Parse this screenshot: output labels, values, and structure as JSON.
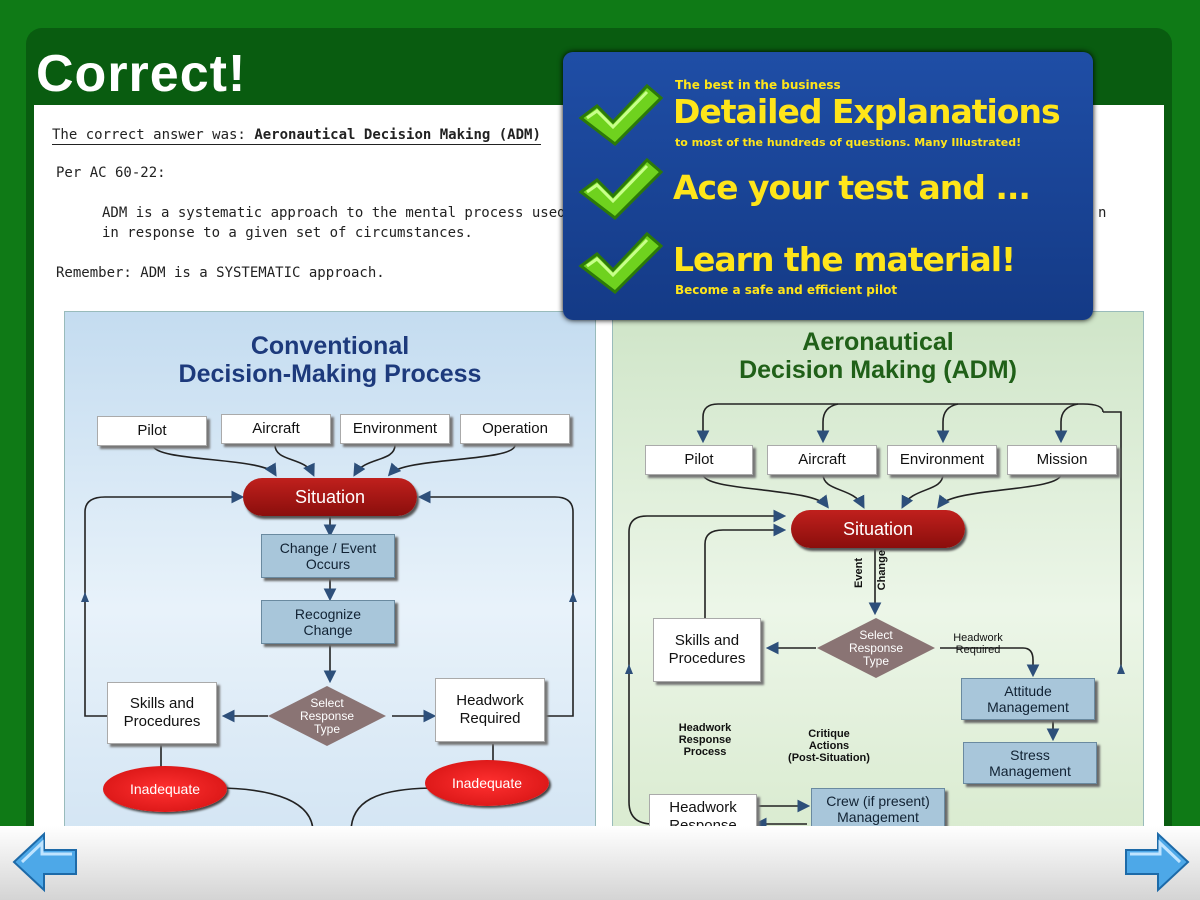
{
  "header": {
    "title": "Correct!"
  },
  "explanation": {
    "answer_prefix": "The correct answer was:",
    "answer": "Aeronautical Decision Making (ADM)",
    "source": "Per AC 60-22:",
    "definition_line1": "ADM is a systematic approach to the mental process used",
    "definition_line1_tail": "n",
    "definition_line2": "in response to a given set of circumstances.",
    "remember": "Remember: ADM is a SYSTEMATIC approach."
  },
  "conventional": {
    "title_line1": "Conventional",
    "title_line2": "Decision-Making Process",
    "inputs": [
      "Pilot",
      "Aircraft",
      "Environment",
      "Operation"
    ],
    "situation": "Situation",
    "change_event_l1": "Change / Event",
    "change_event_l2": "Occurs",
    "recognize_l1": "Recognize",
    "recognize_l2": "Change",
    "skills_l1": "Skills and",
    "skills_l2": "Procedures",
    "select_l1": "Select",
    "select_l2": "Response",
    "select_l3": "Type",
    "headwork_l1": "Headwork",
    "headwork_l2": "Required",
    "inadequate_left": "Inadequate",
    "inadequate_right": "Inadequate"
  },
  "adm": {
    "title_line1": "Aeronautical",
    "title_line2": "Decision Making (ADM)",
    "inputs": [
      "Pilot",
      "Aircraft",
      "Environment",
      "Mission"
    ],
    "situation": "Situation",
    "event_change_l1": "Event",
    "event_change_l2": "Change",
    "skills_l1": "Skills and",
    "skills_l2": "Procedures",
    "select_l1": "Select",
    "select_l2": "Response",
    "select_l3": "Type",
    "headwork_required_l1": "Headwork",
    "headwork_required_l2": "Required",
    "attitude_l1": "Attitude",
    "attitude_l2": "Management",
    "stress_l1": "Stress",
    "stress_l2": "Management",
    "headwork_process_l1": "Headwork",
    "headwork_process_l2": "Response",
    "headwork_process_l3": "Process",
    "critique_l1": "Critique",
    "critique_l2": "Actions",
    "critique_l3": "(Post-Situation)",
    "headwork_response_l1": "Headwork",
    "headwork_response_l2": "Response",
    "crew_l1": "Crew (if present)",
    "crew_l2": "Management"
  },
  "promo": {
    "top_line": "The best in the business",
    "headline1": "Detailed Explanations",
    "sub1": "to most of the hundreds of questions.  Many Illustrated!",
    "headline2": "Ace your test and ...",
    "headline3": "Learn the material!",
    "sub3": "Become a safe and efficient pilot"
  },
  "colors": {
    "background": "#0f7a16",
    "frame": "#095c10",
    "promo_text": "#ffe51a"
  }
}
